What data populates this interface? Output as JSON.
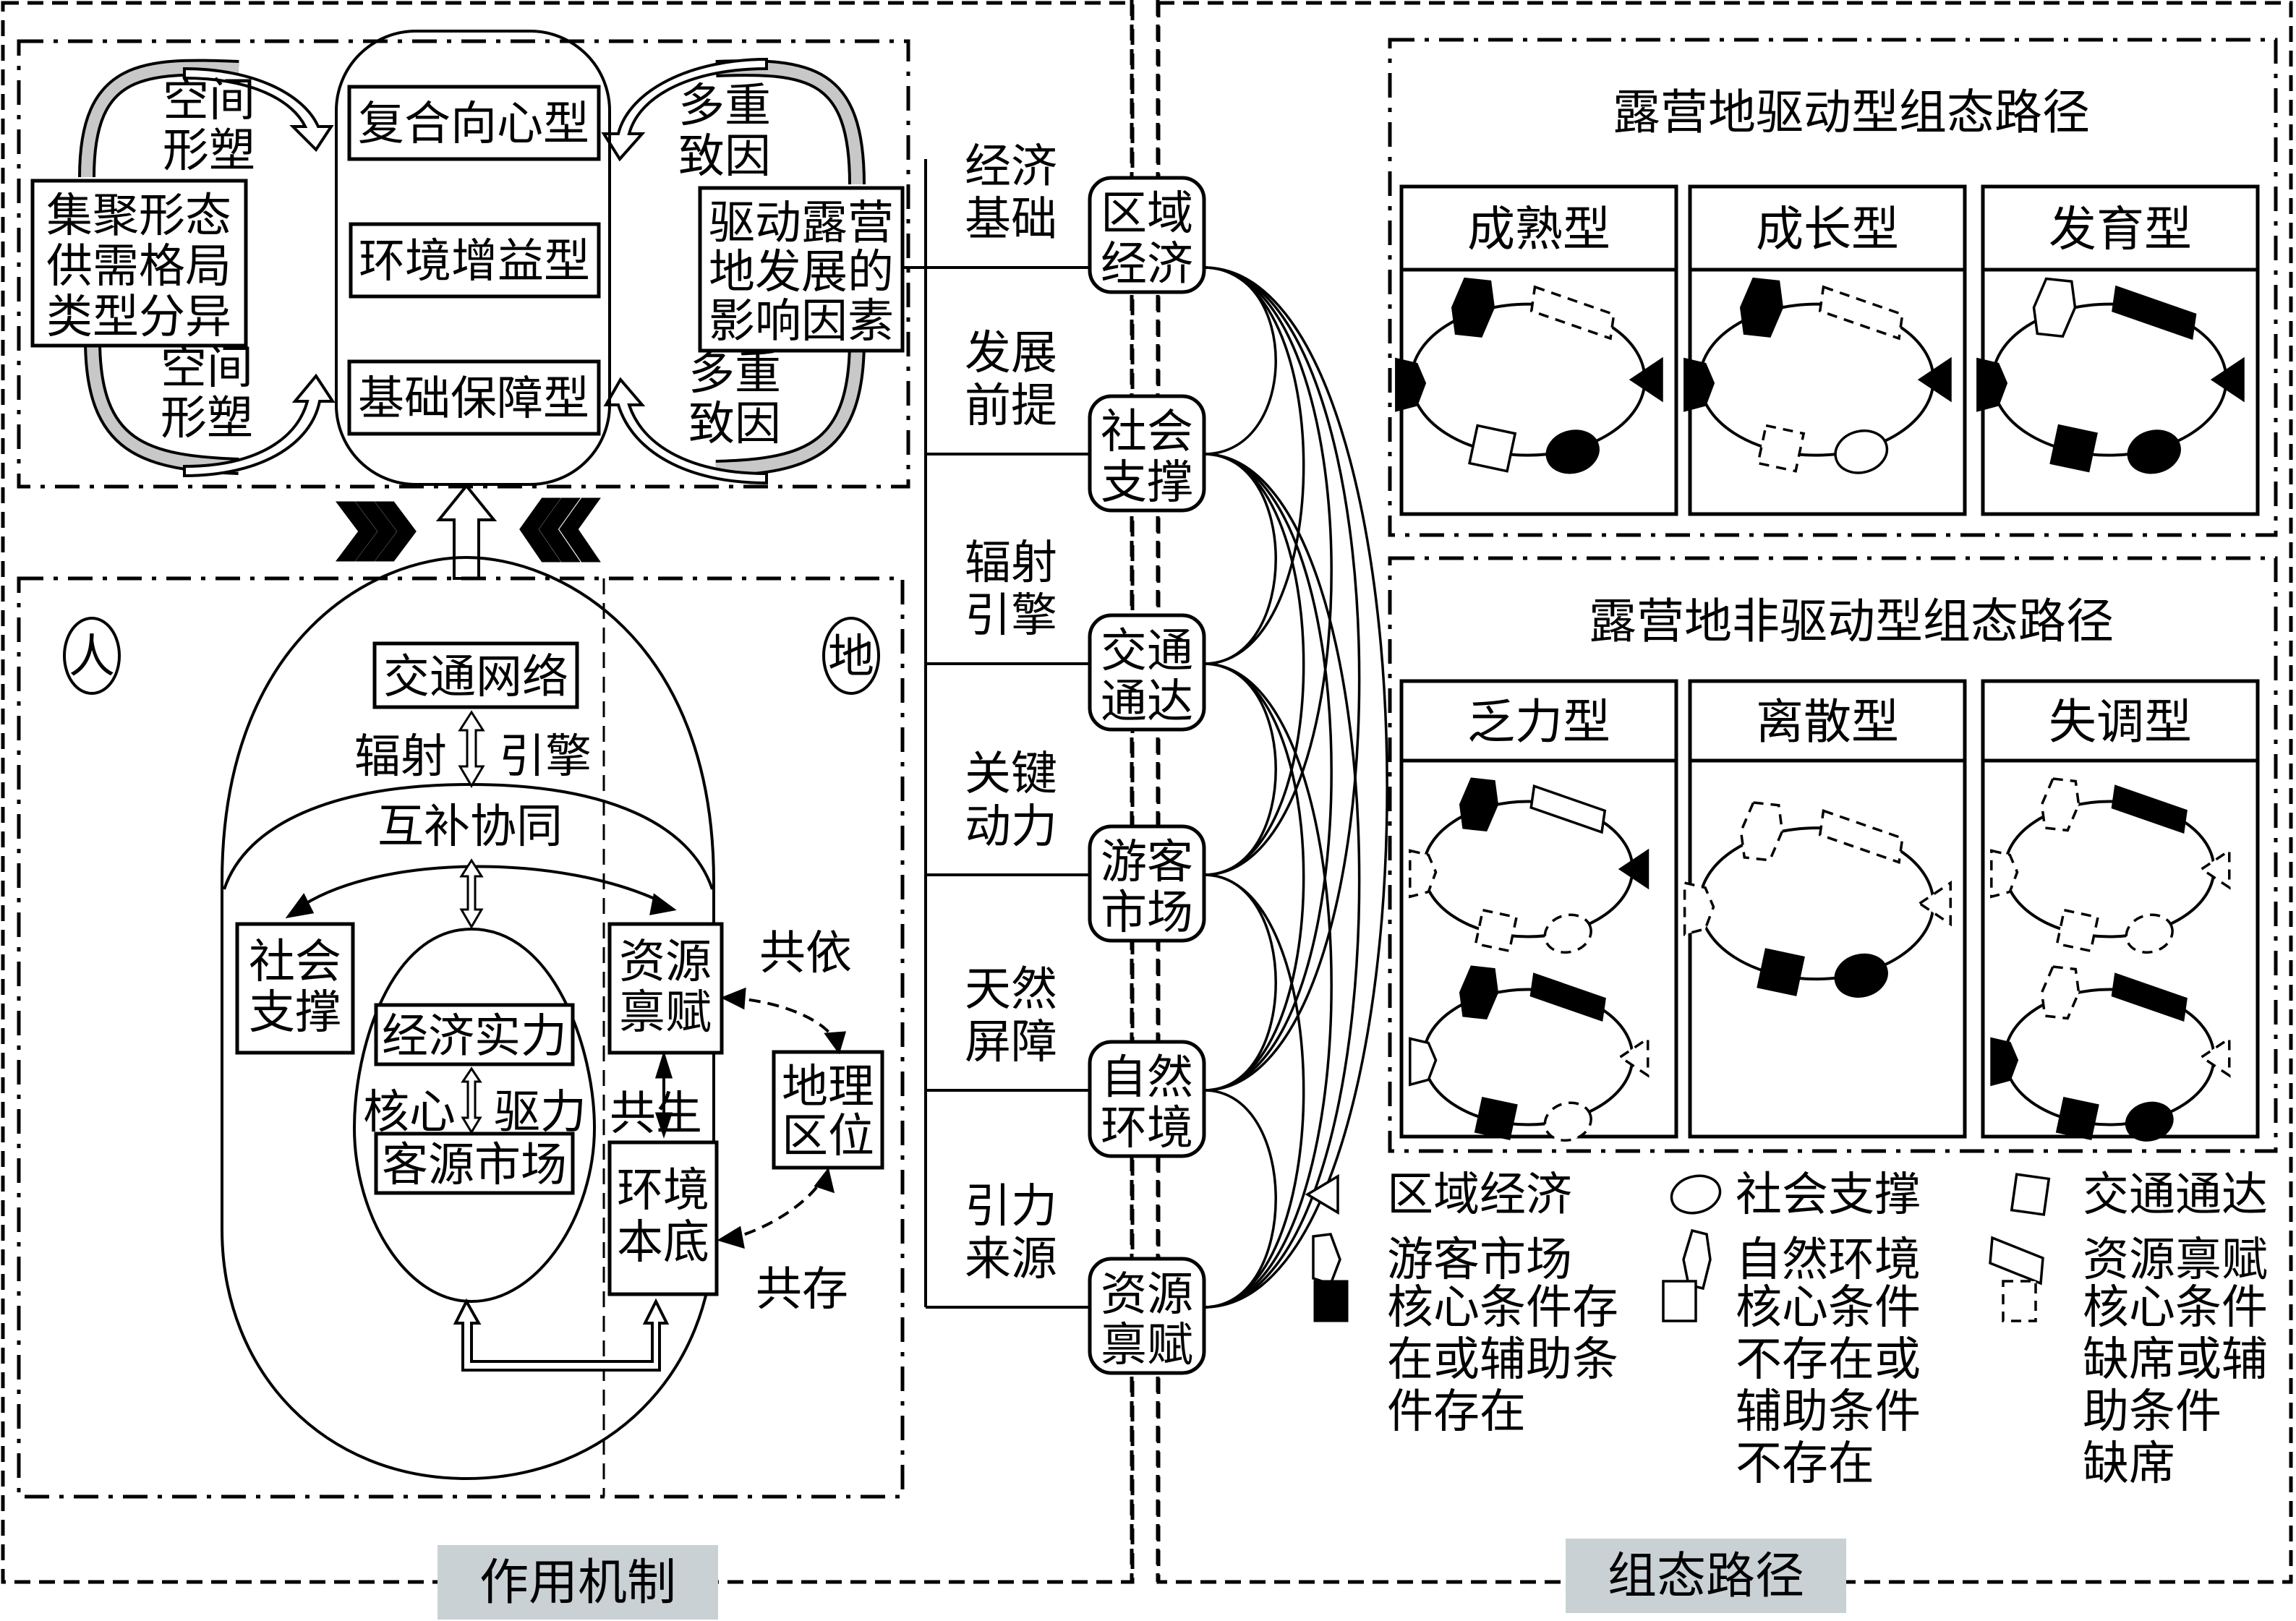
{
  "mechanism": {
    "panel_label": "作用机制",
    "panel_label_bg": "#c9d1d4",
    "top": {
      "left_box": [
        "集聚形态",
        "供需格局",
        "类型分异"
      ],
      "left_arrow_top": [
        "空间",
        "形塑"
      ],
      "left_arrow_bottom": [
        "空间",
        "形塑"
      ],
      "center_types": [
        "复合向心型",
        "环境增益型",
        "基础保障型"
      ],
      "right_box": [
        "驱动露营",
        "地发展的",
        "影响因素"
      ],
      "right_arrow_top": [
        "多重",
        "致因"
      ],
      "right_arrow_bottom": [
        "多重",
        "致因"
      ]
    },
    "bottom": {
      "people_label": "人",
      "land_label": "地",
      "transport_network": "交通网络",
      "radiate": "辐射",
      "engine": "引擎",
      "complement": "互补协同",
      "social_support": [
        "社会",
        "支撑"
      ],
      "resource_endowment": [
        "资源",
        "禀赋"
      ],
      "economic_strength": "经济实力",
      "core": "核心",
      "drive": "驱力",
      "tourist_market": "客源市场",
      "symbiosis": "共生",
      "environment_base": [
        "环境",
        "本底"
      ],
      "geo_location": [
        "地理",
        "区位"
      ],
      "codependence": "共依",
      "coexistence": "共存"
    }
  },
  "factors": {
    "roles": [
      [
        "经济",
        "基础"
      ],
      [
        "发展",
        "前提"
      ],
      [
        "辐射",
        "引擎"
      ],
      [
        "关键",
        "动力"
      ],
      [
        "天然",
        "屏障"
      ],
      [
        "引力",
        "来源"
      ]
    ],
    "names": [
      [
        "区域",
        "经济"
      ],
      [
        "社会",
        "支撑"
      ],
      [
        "交通",
        "通达"
      ],
      [
        "游客",
        "市场"
      ],
      [
        "自然",
        "环境"
      ],
      [
        "资源",
        "禀赋"
      ]
    ]
  },
  "paths": {
    "panel_label": "组态路径",
    "panel_label_bg": "#c9d1d4",
    "driving": {
      "title": "露营地驱动型组态路径",
      "types": [
        "成熟型",
        "成长型",
        "发育型"
      ]
    },
    "non_driving": {
      "title": "露营地非驱动型组态路径",
      "types": [
        "乏力型",
        "离散型",
        "失调型"
      ]
    },
    "configurations": {
      "成熟型": [
        {
          "econ": "core",
          "social": "core",
          "transport": "absent-present",
          "tourist": "core",
          "nature": "core",
          "resource": "missing"
        }
      ],
      "成长型": [
        {
          "econ": "core",
          "social": "absent-present",
          "transport": "missing",
          "tourist": "core",
          "nature": "core",
          "resource": "missing"
        }
      ],
      "发育型": [
        {
          "econ": "core",
          "social": "core",
          "transport": "core",
          "tourist": "core",
          "nature": "absent-present",
          "resource": "core"
        }
      ],
      "乏力型": [
        {
          "econ": "core",
          "social": "missing",
          "transport": "missing",
          "tourist": "missing",
          "nature": "core",
          "resource": "absent-present"
        },
        {
          "econ": "missing",
          "social": "missing",
          "transport": "core",
          "tourist": "absent-present",
          "nature": "core",
          "resource": "core"
        }
      ],
      "离散型": [
        {
          "econ": "missing",
          "social": "core",
          "transport": "core",
          "tourist": "missing",
          "nature": "missing",
          "resource": "missing"
        }
      ],
      "失调型": [
        {
          "econ": "missing",
          "social": "missing",
          "transport": "missing",
          "tourist": "missing",
          "nature": "missing",
          "resource": "core"
        },
        {
          "econ": "missing",
          "social": "core",
          "transport": "core",
          "tourist": "core",
          "nature": "missing",
          "resource": "core"
        }
      ]
    },
    "legend": {
      "shapes": [
        {
          "icon": "triangle-icon",
          "label": "区域经济"
        },
        {
          "icon": "ellipse-icon",
          "label": "社会支撑"
        },
        {
          "icon": "square-icon",
          "label": "交通通达"
        },
        {
          "icon": "pentagon-icon",
          "label": "游客市场"
        },
        {
          "icon": "hexagon-icon",
          "label": "自然环境"
        },
        {
          "icon": "parallelogram-icon",
          "label": "资源禀赋"
        }
      ],
      "fills": [
        {
          "icon": "filled-square-icon",
          "lines": [
            "核心条件存",
            "在或辅助条",
            "件存在"
          ]
        },
        {
          "icon": "hollow-square-icon",
          "lines": [
            "核心条件",
            "不存在或",
            "辅助条件",
            "不存在"
          ]
        },
        {
          "icon": "dashed-square-icon",
          "lines": [
            "核心条件",
            "缺席或辅",
            "助条件",
            "缺席"
          ]
        }
      ]
    }
  }
}
